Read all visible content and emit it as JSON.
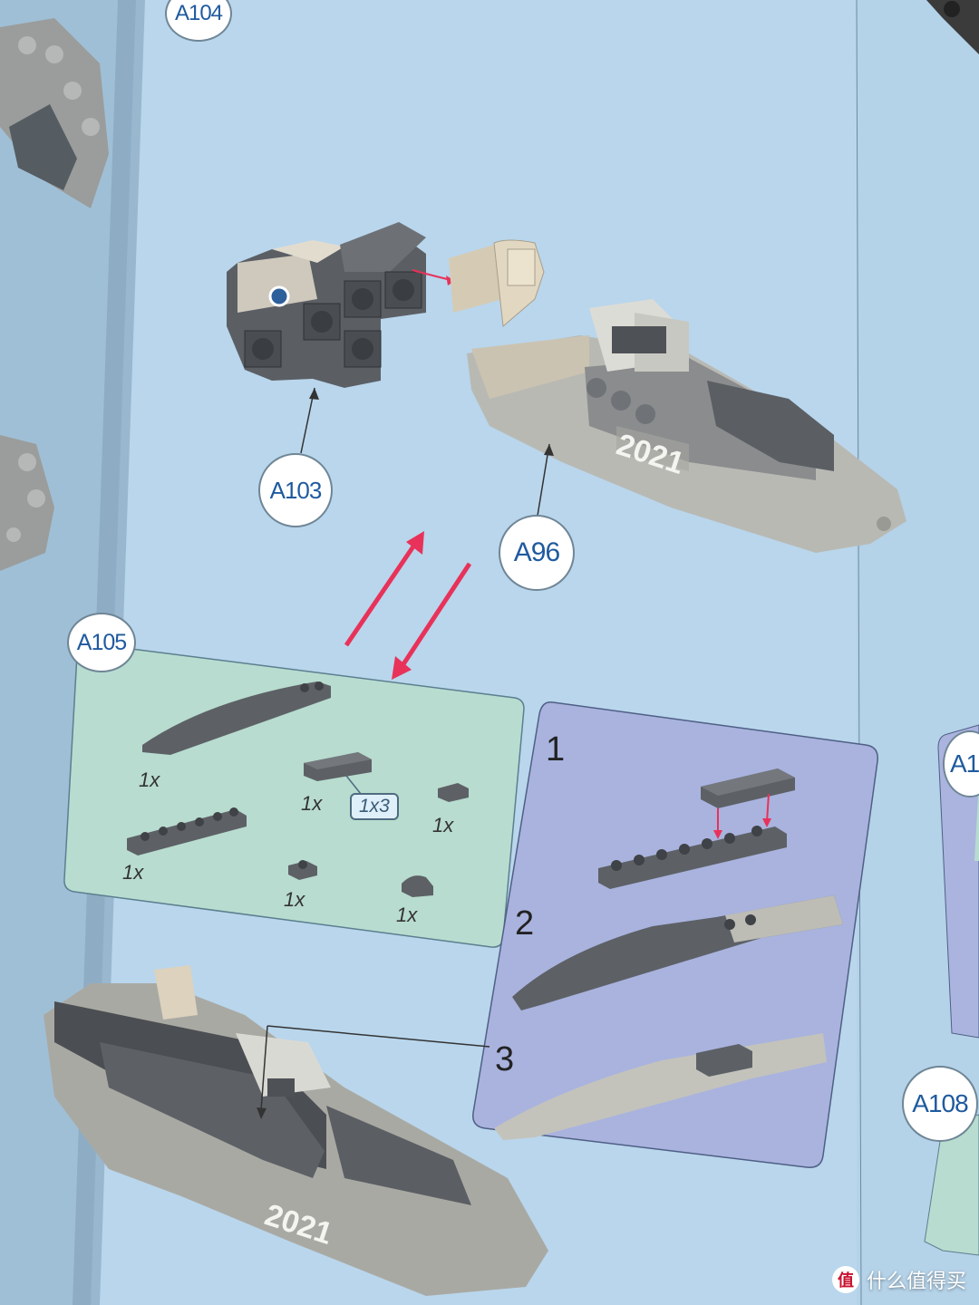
{
  "callouts": {
    "a104": "A104",
    "a103": "A103",
    "a96": "A96",
    "a105": "A105",
    "a108": "A108",
    "a1_partial": "A1"
  },
  "model_print": "2021",
  "parts": [
    {
      "qty": "1x"
    },
    {
      "qty": "1x",
      "size": "1x3"
    },
    {
      "qty": "1x"
    },
    {
      "qty": "1x"
    },
    {
      "qty": "1x"
    },
    {
      "qty": "1x"
    }
  ],
  "steps": [
    "1",
    "2",
    "3"
  ],
  "watermark": {
    "logo": "值",
    "text": "什么值得买"
  },
  "colors": {
    "page": "#b9d6ec",
    "parts_panel": "#b9ddd0",
    "steps_panel": "#aab4df",
    "callout_text": "#1f5a9f",
    "arrow": "#e8325a",
    "brick_dark": "#595d62",
    "brick_light": "#bdbdb6",
    "brick_tan": "#dcd2be"
  }
}
